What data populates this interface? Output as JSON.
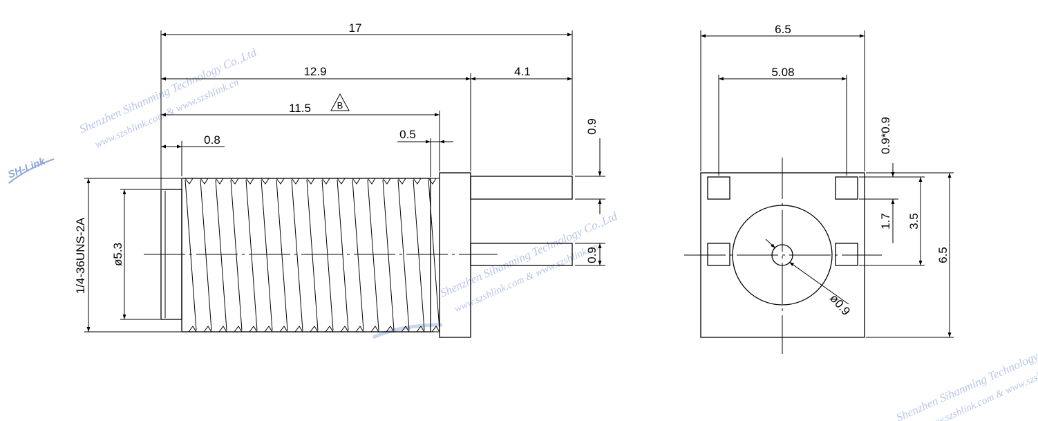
{
  "side_view": {
    "overall_length": "17",
    "body_length": "12.9",
    "pin_length": "4.1",
    "thread_length": "11.5",
    "revision_mark": "B",
    "chamfer": "0.8",
    "flange": "0.5",
    "pin_width_top": "0.9",
    "pin_width_bottom": "0.9",
    "thread_spec": "1/4-36UNS-2A",
    "inner_diameter": "ø5.3"
  },
  "front_view": {
    "width": "6.5",
    "pin_spacing": "5.08",
    "pad_size": "0.9*0.9",
    "pad_offset": "1.7",
    "pad_span": "3.5",
    "height": "6.5",
    "center_pin": "ø0.9"
  },
  "watermark": {
    "logo": "SH-Link",
    "line1": "Shenzhen Sihanming Technology Co.,Ltd",
    "line2": "www.szshlink.com  &  www.szshlink.cn"
  },
  "colors": {
    "line": "#000000",
    "watermark": "#9fb4dd"
  }
}
